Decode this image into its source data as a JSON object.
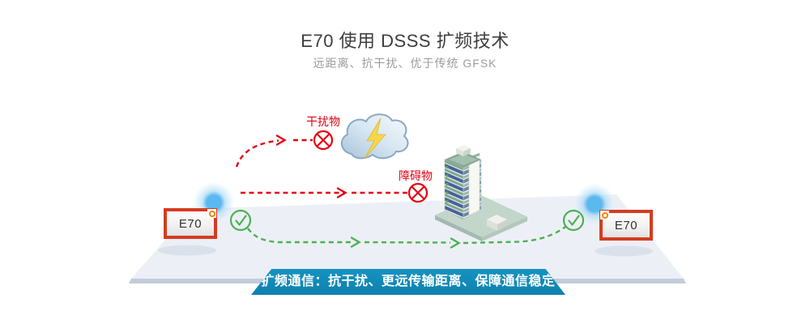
{
  "header": {
    "title": "E70 使用 DSSS 扩频技术",
    "subtitle": "远距离、抗干扰、优于传统 GFSK"
  },
  "diagram": {
    "interference_label": "干扰物",
    "obstacle_label": "障碍物",
    "device_left": {
      "label": "E70"
    },
    "device_right": {
      "label": "E70"
    },
    "icons": {
      "interference": "lightning-cloud-icon",
      "obstacle": "building-icon",
      "blocked": "cross-circle-icon",
      "passed": "check-circle-icon",
      "device_indicator": "orange-dot-icon",
      "signal": "radio-glow-icon"
    }
  },
  "banner": {
    "text": "扩频通信：抗干扰、更远传输距离、保障通信稳定"
  },
  "colors": {
    "accent_red": "#e60212",
    "accent_green": "#4cb152",
    "banner_blue": "#1187b7",
    "device_border": "#d43c21",
    "glow_blue": "#5cb9f0",
    "platform": "#ecf0f6"
  }
}
